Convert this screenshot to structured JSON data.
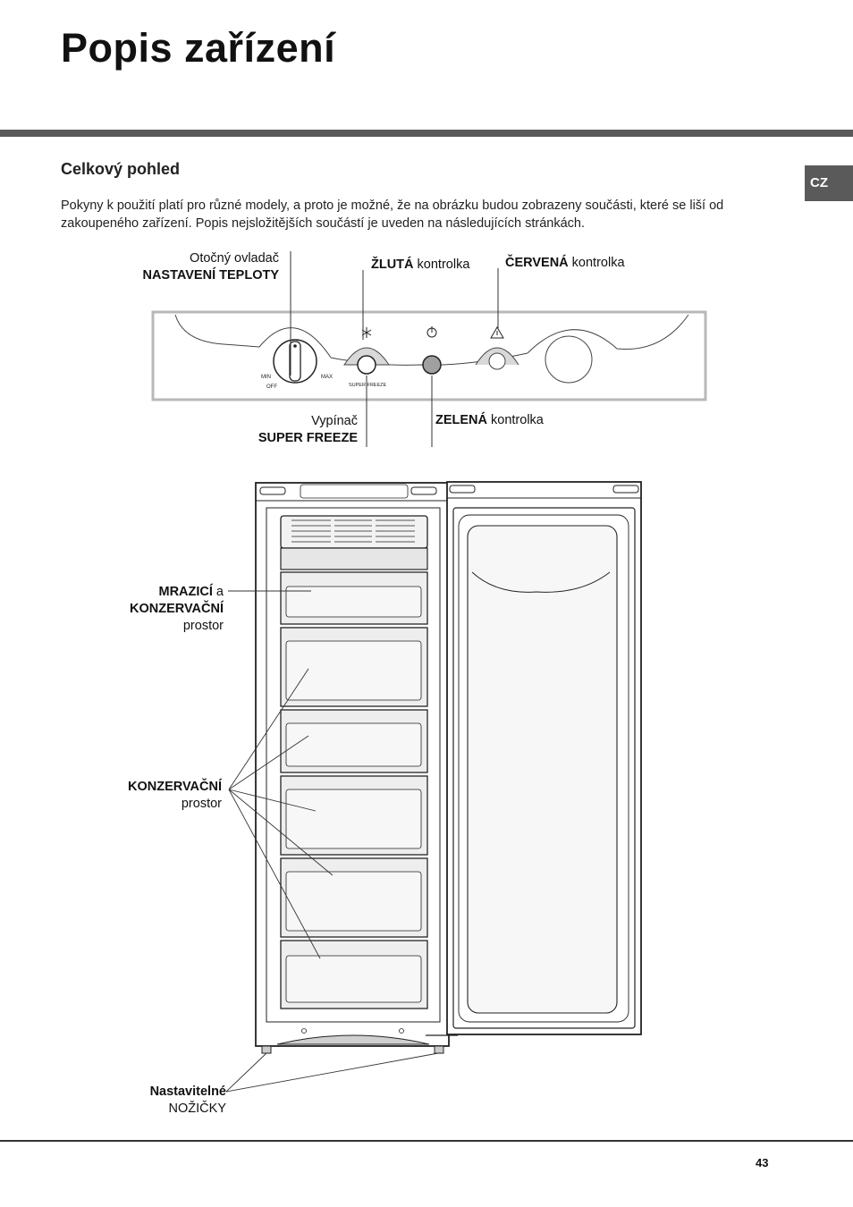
{
  "page": {
    "title": "Popis zařízení",
    "language_tab": "CZ",
    "page_number": "43"
  },
  "section": {
    "heading": "Celkový pohled",
    "intro": "Pokyny k použití platí pro různé modely, a proto je možné, že na obrázku budou zobrazeny součásti, které se liší od zakoupeného zařízení.  Popis nejsložitějších součástí je uveden na následujících stránkách."
  },
  "control_panel": {
    "thermostat_line1": "Otočný ovladač",
    "thermostat_line2": "NASTAVENÍ TEPLOTY",
    "yellow_bold": "ŽLUTÁ",
    "yellow_rest": " kontrolka",
    "red_bold": "ČERVENÁ",
    "red_rest": " kontrolka",
    "switch_line1": "Vypínač",
    "switch_line2": "SUPER FREEZE",
    "green_bold": "ZELENÁ",
    "green_rest": " kontrolka",
    "dial_min": "MIN",
    "dial_max": "MAX",
    "dial_off": "OFF",
    "super_freeze_small": "SUPER FREEZE"
  },
  "appliance": {
    "freeze_bold1": "MRAZICÍ",
    "freeze_rest1": " a",
    "freeze_bold2": "KONZERVAČNÍ",
    "freeze_line3": "prostor",
    "storage_bold": "KONZERVAČNÍ",
    "storage_line2": "prostor",
    "feet_bold": "Nastavitelné",
    "feet_line2": "NOŽIČKY"
  },
  "colors": {
    "rule": "#5a5a5a",
    "panel_border": "#b8b8b8",
    "line": "#333333"
  },
  "icons": [
    "snowflake-icon",
    "power-icon",
    "warning-icon"
  ]
}
